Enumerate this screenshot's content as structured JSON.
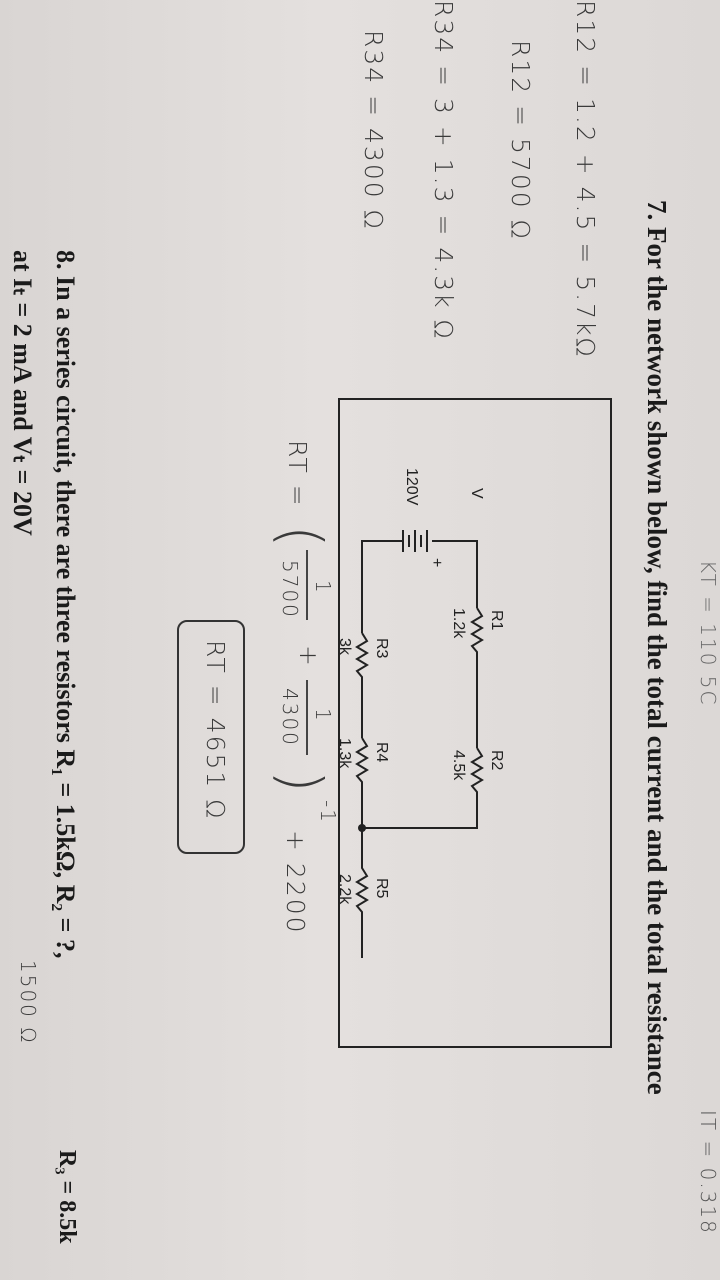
{
  "problem7": {
    "number": "7.",
    "text": "For the network shown below, find the total current and the total resistance"
  },
  "problem8": {
    "line1": "8. In a series circuit, there are three resistors R₁ = 1.5kΩ, R₂ = ?,",
    "line2": "at Iₜ = 2 mA and Vₜ = 20V",
    "r3": "R₃ = 8.5k"
  },
  "circuit": {
    "source": "120V",
    "source_sign": "+",
    "meter": "V",
    "r1_name": "R1",
    "r1_value": "1.2k",
    "r2_name": "R2",
    "r2_value": "4.5k",
    "r3_name": "R3",
    "r3_value": "3k",
    "r4_name": "R4",
    "r4_value": "1.3k",
    "r5_name": "R5",
    "r5_value": "2.2k"
  },
  "handwriting": {
    "top_left": "KT = 110 5C",
    "top_right": "IT = 0.318",
    "r12_sum": "R12 = 1.2 + 4.5 = 5.7kΩ",
    "r12_value": "R12 = 5700 Ω",
    "r34_sum": "R34 = 3 + 1.3 = 4.3k Ω",
    "r34_value": "R34 = 4300 Ω",
    "rt_label": "RT =",
    "frac1_num": "1",
    "frac1_den": "5700",
    "plus": "+",
    "frac2_num": "1",
    "frac2_den": "4300",
    "exponent": "-1",
    "plus_r5": "+ 2200",
    "answer": "RT = 4651 Ω",
    "bottom_right": "1500 Ω"
  }
}
